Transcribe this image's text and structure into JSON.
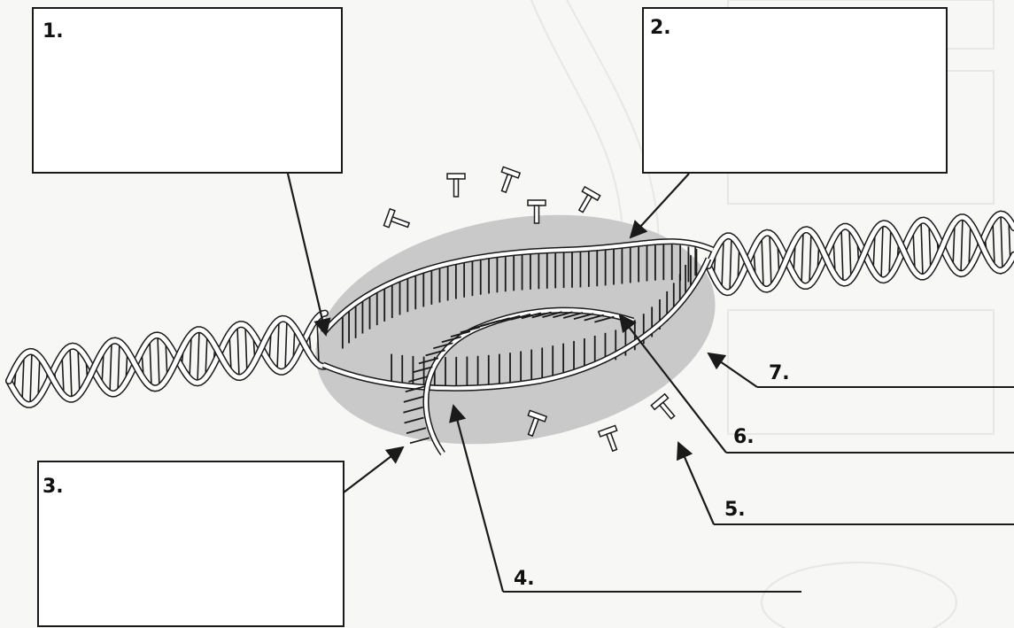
{
  "labels": {
    "l1": "1.",
    "l2": "2.",
    "l3": "3.",
    "l4": "4.",
    "l5": "5.",
    "l6": "6.",
    "l7": "7."
  },
  "colors": {
    "background": "#f7f7f5",
    "bubble": "#c9c9c9",
    "strand": "#ffffff",
    "outline": "#1a1a1a"
  }
}
